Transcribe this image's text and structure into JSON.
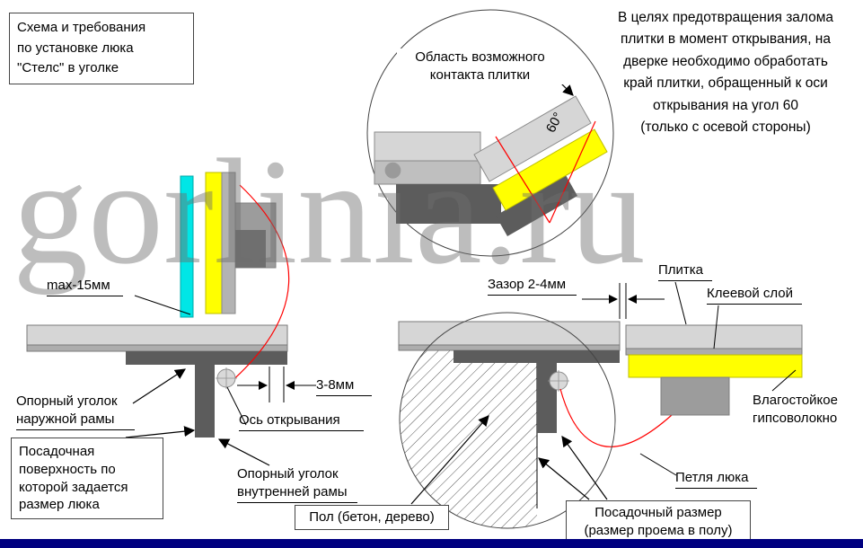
{
  "watermark": "gorlinia.ru",
  "title": "Схема и требования\nпо установке люка\n\"Стелс\" в уголке",
  "note": "В целях предотвращения залома\nплитки в момент открывания, на\nдверке необходимо обработать\nкрай плитки, обращенный к оси\nоткрывания на угол 60\n(только с осевой стороны)",
  "detail": {
    "contact_area_label": "Область возможного\nконтакта плитки",
    "bevel_angle": "60°"
  },
  "left_view": {
    "max_tile_thickness": "max-15мм",
    "outer_frame_bracket": "Опорный уголок\nнаружной рамы",
    "seating_surface": "Посадочная\nповерхность по\nкоторой задается\nразмер люка",
    "opening_axis": "Ось открывания",
    "axis_gap": "3-8мм",
    "inner_frame_bracket": "Опорный уголок\nвнутренней рамы"
  },
  "right_view": {
    "gap": "Зазор 2-4мм",
    "tile": "Плитка",
    "adhesive_layer": "Клеевой слой",
    "moisture_board": "Влагостойкое\nгипсоволокно",
    "hatch_hinge": "Петля люка",
    "floor": "Пол (бетон, дерево)",
    "seating_size": "Посадочный размер\n(размер проема в полу)"
  },
  "colors": {
    "tile_edge_cyan": "#00e6e6",
    "gypsum_yellow": "#ffff00",
    "swing_arc_red": "#ff0000",
    "frame_dark_gray": "#5c5c5c",
    "tile_light_gray": "#d6d6d6",
    "footer_navy": "#000080"
  }
}
